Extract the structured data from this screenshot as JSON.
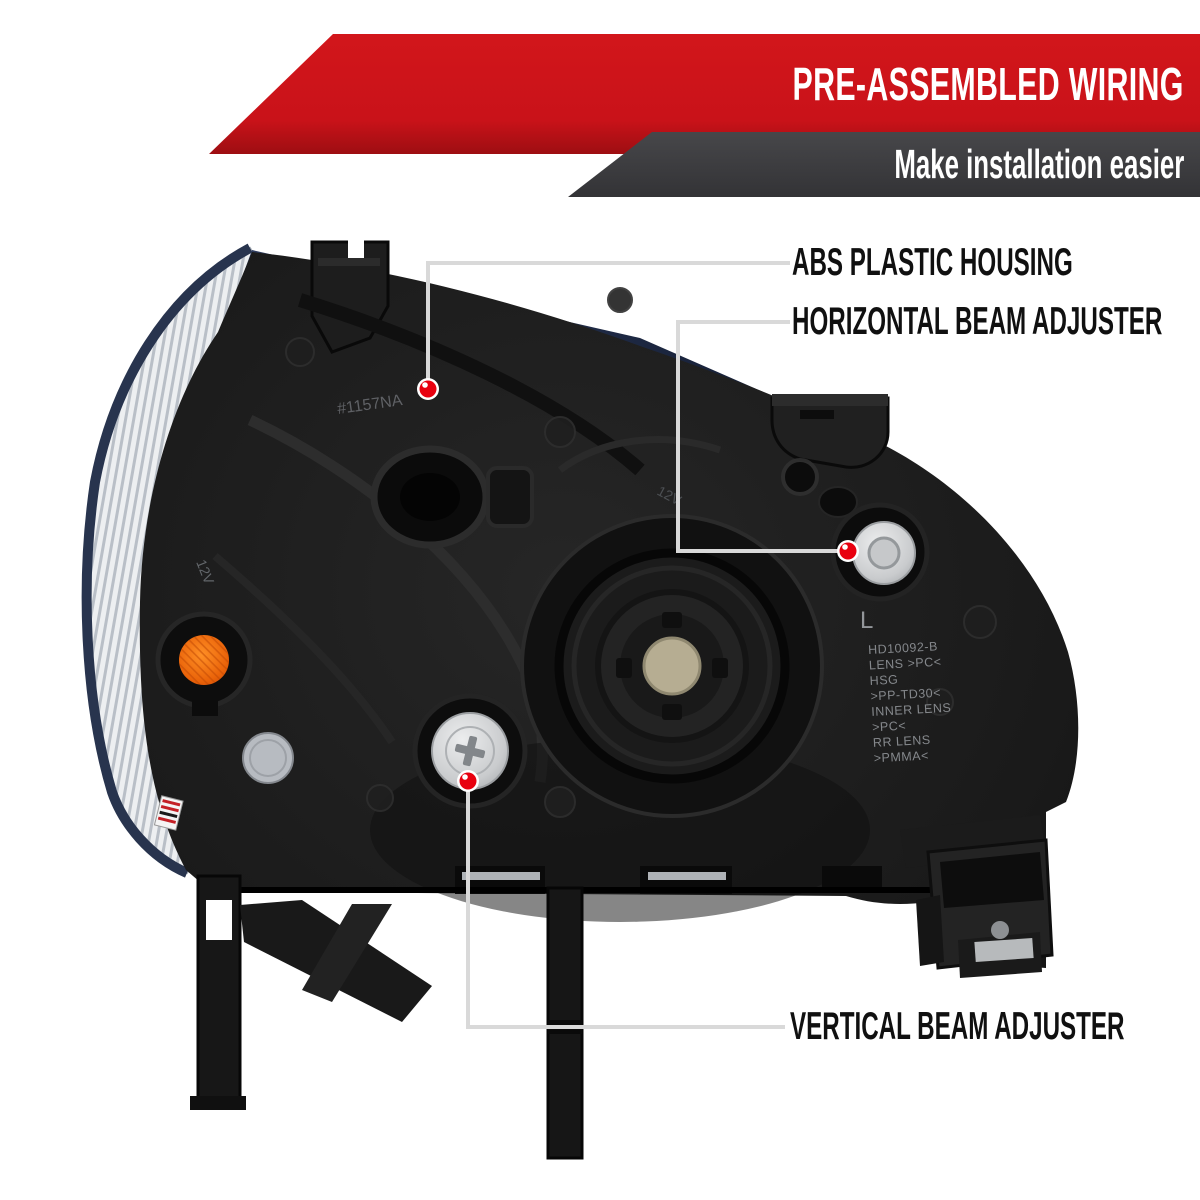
{
  "banner": {
    "title": "PRE-ASSEMBLED WIRING",
    "subtitle": "Make installation easier",
    "title_bg": "#cc1419",
    "subtitle_bg": "#3a3a3c",
    "text_color": "#ffffff"
  },
  "callouts": [
    {
      "id": "abs-plastic-housing",
      "label": "ABS PLASTIC HOUSING"
    },
    {
      "id": "horizontal-beam-adjuster",
      "label": "HORIZONTAL BEAM ADJUSTER"
    },
    {
      "id": "vertical-beam-adjuster",
      "label": "VERTICAL BEAM ADJUSTER"
    }
  ],
  "photo": {
    "description": "Rear view of headlight assembly",
    "engravings": {
      "mold_id": "L",
      "spec_lines": [
        "HD10092-B",
        "LENS >PC<",
        "HSG",
        ">PP-TD30<",
        "INNER LENS",
        ">PC<",
        "RR LENS",
        ">PMMA<"
      ],
      "stamp": "#1157NA",
      "voltage_left": "12V",
      "voltage_center": "12V"
    }
  },
  "colors": {
    "ribbon_red": "#cc1419",
    "ribbon_gray": "#3a3a3c",
    "callout_line": "#d9d9d9",
    "marker_red": "#e8000f",
    "amber_reflector": "#e8650f",
    "metal": "#ced0d2",
    "socket_tan": "#b6ad92",
    "housing_black": "#181818"
  }
}
